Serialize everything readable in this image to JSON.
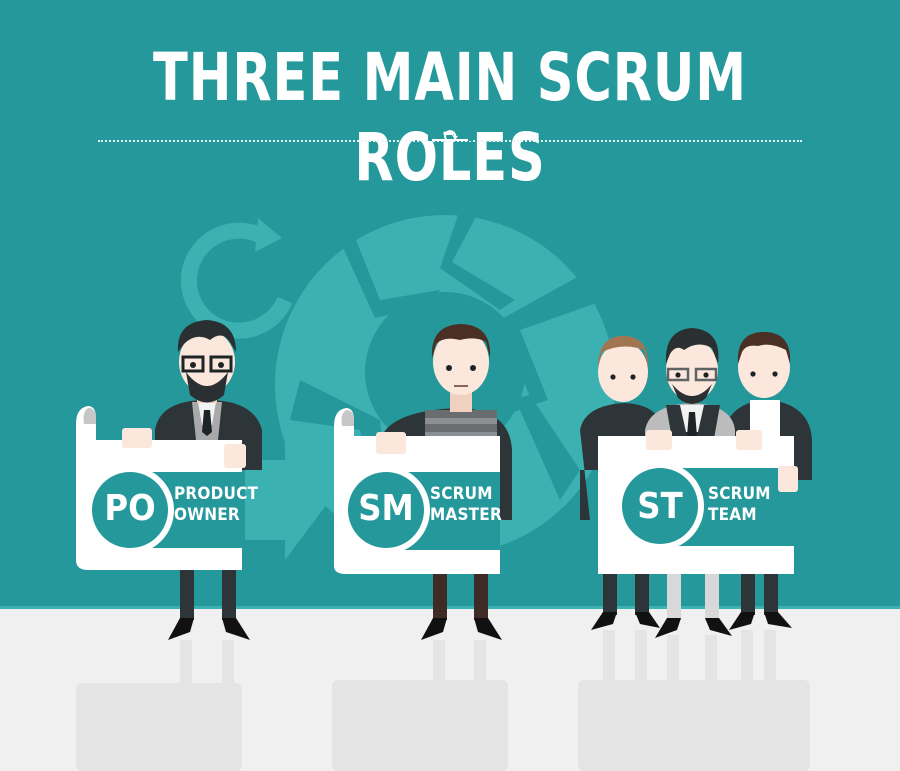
{
  "title": "THREE MAIN SCRUM ROLES",
  "colors": {
    "background_teal": "#24989a",
    "cycle_light_teal": "#3bb1b1",
    "sign_white": "#ffffff",
    "floor": "#f0f0f0",
    "shadow": "#e3e3e3",
    "suit_dark": "#2d3538",
    "skin": "#fbe7dc"
  },
  "roles": [
    {
      "abbr": "PO",
      "line1": "PRODUCT",
      "line2": "OWNER"
    },
    {
      "abbr": "SM",
      "line1": "SCRUM",
      "line2": "MASTER"
    },
    {
      "abbr": "ST",
      "line1": "SCRUM",
      "line2": "TEAM"
    }
  ],
  "icons": {
    "divider": "cycle-arrow-icon",
    "background": "scrum-cycle-arrows-icon"
  }
}
